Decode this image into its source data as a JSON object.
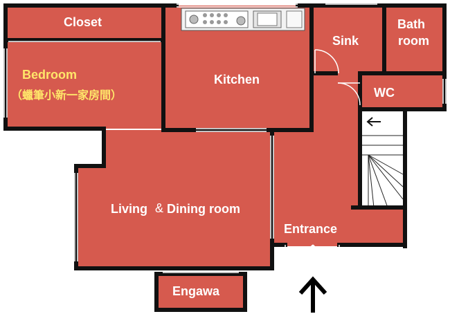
{
  "floorplan": {
    "colors": {
      "room_fill": "#d65a4e",
      "wall": "#111111",
      "room_text": "#ffffff",
      "highlight_text": "#ffe66a",
      "window": "#e6e6e6",
      "stair_fill": "#ffffff"
    },
    "rooms": {
      "closet": "Closet",
      "bedroom": "Bedroom",
      "bedroom_note": "（蠟筆小新一家房間）",
      "kitchen": "Kitchen",
      "sink": "Sink",
      "bath": [
        "Bath",
        "room"
      ],
      "wc": "WC",
      "living": "Living",
      "ampersand": "&",
      "dining": "Dining room",
      "entrance": "Entrance",
      "engawa": "Engawa"
    },
    "icons": {
      "entry_arrow": "arrow-up-icon",
      "stair_direction": "arrow-left-icon"
    }
  }
}
